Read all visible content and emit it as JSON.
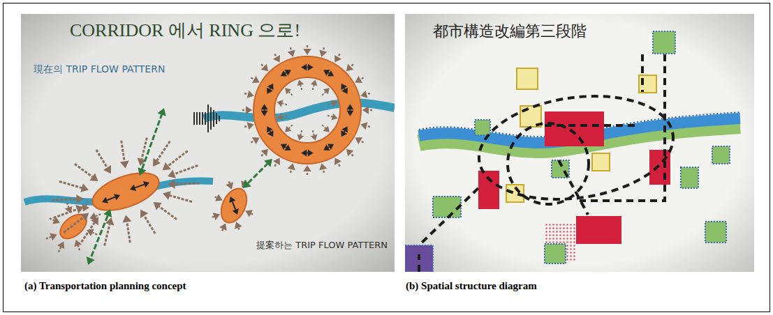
{
  "diagram": {
    "nodes": [
      {
        "text": [
          "CORRIDOR 에서 RING 으로!",
          "現在의 TRIP FLOW PATTERN",
          "提案하는 TRIP FLOW PATTERN"
        ]
      },
      {
        "text": [
          "都市構造改編第三段階"
        ]
      }
    ],
    "labels": [
      "(a) Transportation planning concept",
      "(b) Spatial structure diagram"
    ]
  }
}
